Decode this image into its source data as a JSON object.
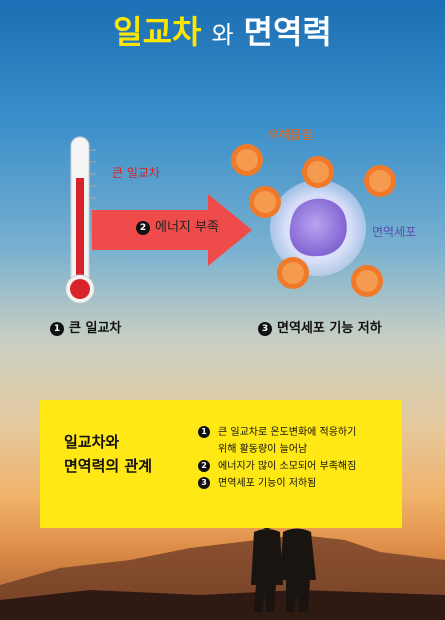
{
  "title": {
    "part1": "일교차",
    "connector": "와",
    "part2": "면역력"
  },
  "diagram": {
    "thermometer_label": "큰 일교차",
    "arrow_label": "에너지 부족",
    "arrow_number": "2",
    "harmful_label": "유해물질",
    "cell_label": "면역세포"
  },
  "steps": [
    {
      "number": "1",
      "label": "큰 일교차"
    },
    {
      "number": "3",
      "label": "면역세포 기능 저하"
    }
  ],
  "box": {
    "heading_line1": "일교차와",
    "heading_line2": "면역력의 관계",
    "items": [
      {
        "number": "1",
        "line1": "큰 일교차로 온도변화에 적응하기",
        "line2": "위해 활동량이 늘어남"
      },
      {
        "number": "2",
        "line1": "에너지가 많이 소모되어 부족해짐"
      },
      {
        "number": "3",
        "line1": "면역세포 기능이 저하됨"
      }
    ]
  },
  "colors": {
    "title_accent": "#ffe600",
    "thermometer_red": "#d8232a",
    "arrow_red": "#f04b4b",
    "germ_orange": "#f07a2a",
    "cell_purple": "#8f72d8",
    "box_yellow": "#ffe814"
  },
  "icons": [
    "thermometer-icon",
    "germ-icon",
    "immune-cell-icon",
    "people-silhouette-icon",
    "mountain-silhouette"
  ]
}
